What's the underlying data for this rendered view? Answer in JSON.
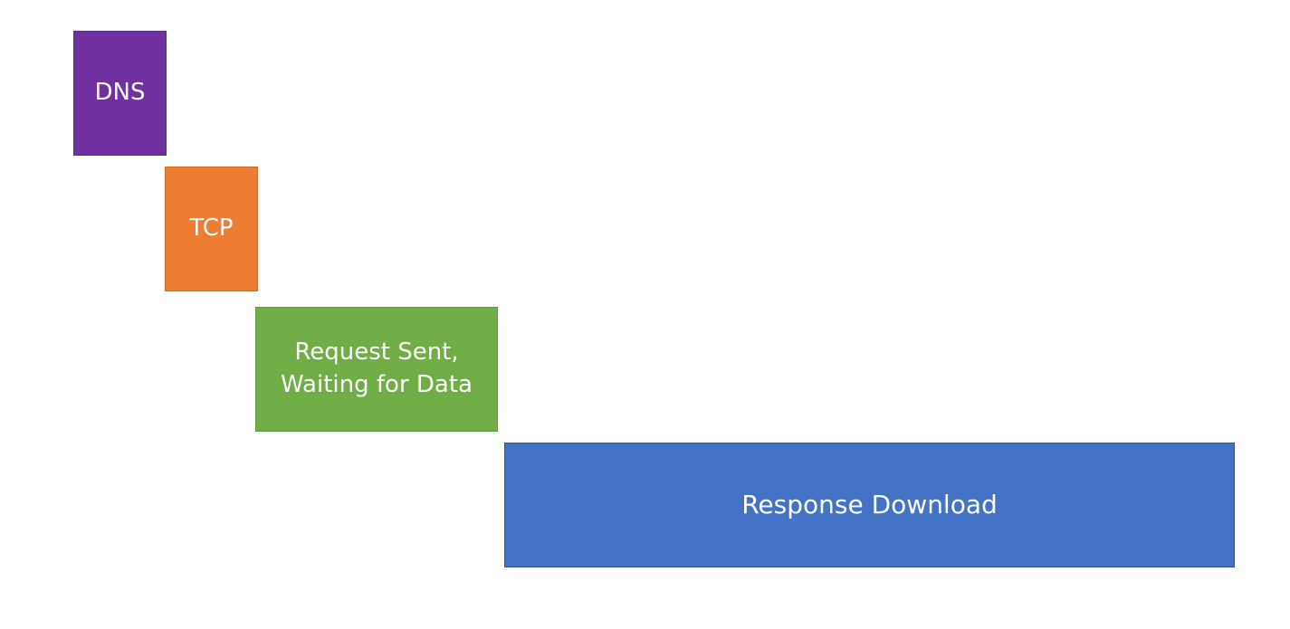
{
  "phases": [
    {
      "label": "DNS",
      "color": "#7030A0"
    },
    {
      "label": "TCP",
      "color": "#ED7D31"
    },
    {
      "label": "Request Sent,\nWaiting for Data",
      "color": "#70AD47"
    },
    {
      "label": "Response Download",
      "color": "#4472C4"
    }
  ],
  "border_colors": [
    "#5E2A86",
    "#D06A26",
    "#5F9A3B",
    "#2F5597"
  ]
}
